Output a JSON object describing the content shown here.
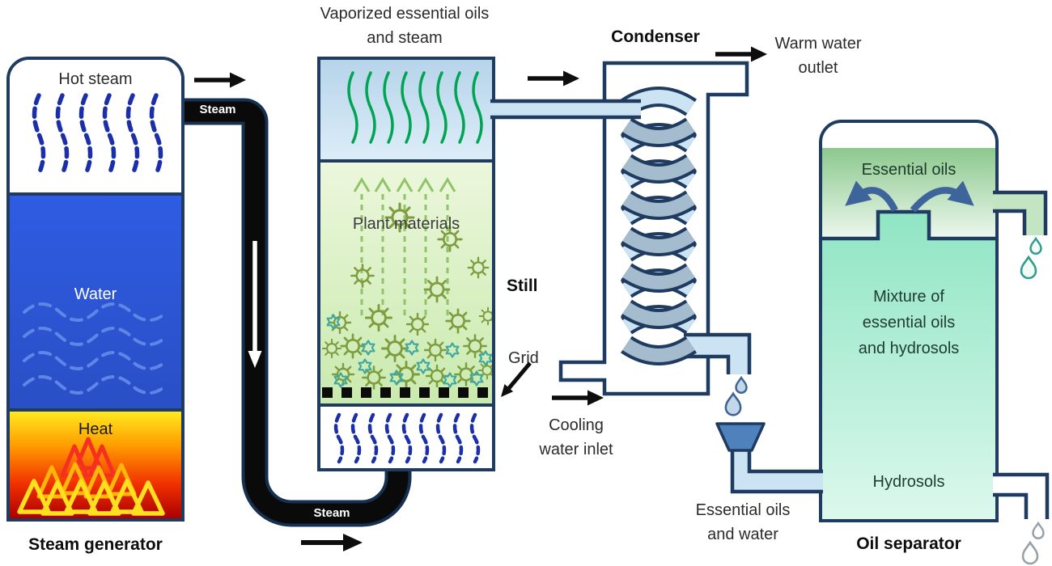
{
  "steam_generator": {
    "label": "Steam generator",
    "hot_steam": "Hot steam",
    "water": "Water",
    "heat": "Heat"
  },
  "steam_pipe": {
    "label_top": "Steam",
    "label_bottom": "Steam"
  },
  "still": {
    "label": "Still",
    "vapor_line1": "Vaporized essential oils",
    "vapor_line2": "and steam",
    "plant_materials": "Plant materials",
    "grid_label": "Grid"
  },
  "condenser": {
    "label": "Condenser",
    "warm_line1": "Warm water",
    "warm_line2": "outlet",
    "cool_line1": "Cooling",
    "cool_line2": "water inlet"
  },
  "collector": {
    "line1": "Essential oils",
    "line2": "and water"
  },
  "oil_separator": {
    "label": "Oil separator",
    "essential_oils": "Essential oils",
    "mixture_line1": "Mixture of",
    "mixture_line2": "essential oils",
    "mixture_line3": "and hydrosols",
    "hydrosols": "Hydrosols"
  },
  "icons": {
    "steam_wave": "dashed-wavy-line",
    "vapor_wave": "green-wavy-line",
    "water_wave": "dashed-horizontal-wave",
    "flame": "triangle-outline",
    "droplet": "teardrop",
    "flow_arrow": "right-arrow",
    "down_arrow": "white-down-arrow",
    "plant_particle": "sun-flower",
    "oil_particle": "six-point-star",
    "overflow_arrows": "curved-splash-arrows"
  },
  "colors": {
    "outline_navy": "#1f3b60",
    "water_blue": "#2b57d5",
    "steam_dash_blue": "#1b2fa8",
    "vapor_green": "#00a453",
    "plant_green": "#d9f0c0",
    "mixture_teal": "#92eacb",
    "oils_green": "#8cc88e",
    "pipe_light_blue": "#cbe3f3",
    "coil_front_gray": "#a4bccd",
    "funnel_blue": "#4f81bd",
    "heat_yellow": "#ffe920",
    "heat_red": "#ab0000",
    "flame_red": "#f53020",
    "flame_amber": "#ffb60a",
    "flame_yellow": "#ffe01e",
    "arrow_black": "#0d0d0d"
  }
}
